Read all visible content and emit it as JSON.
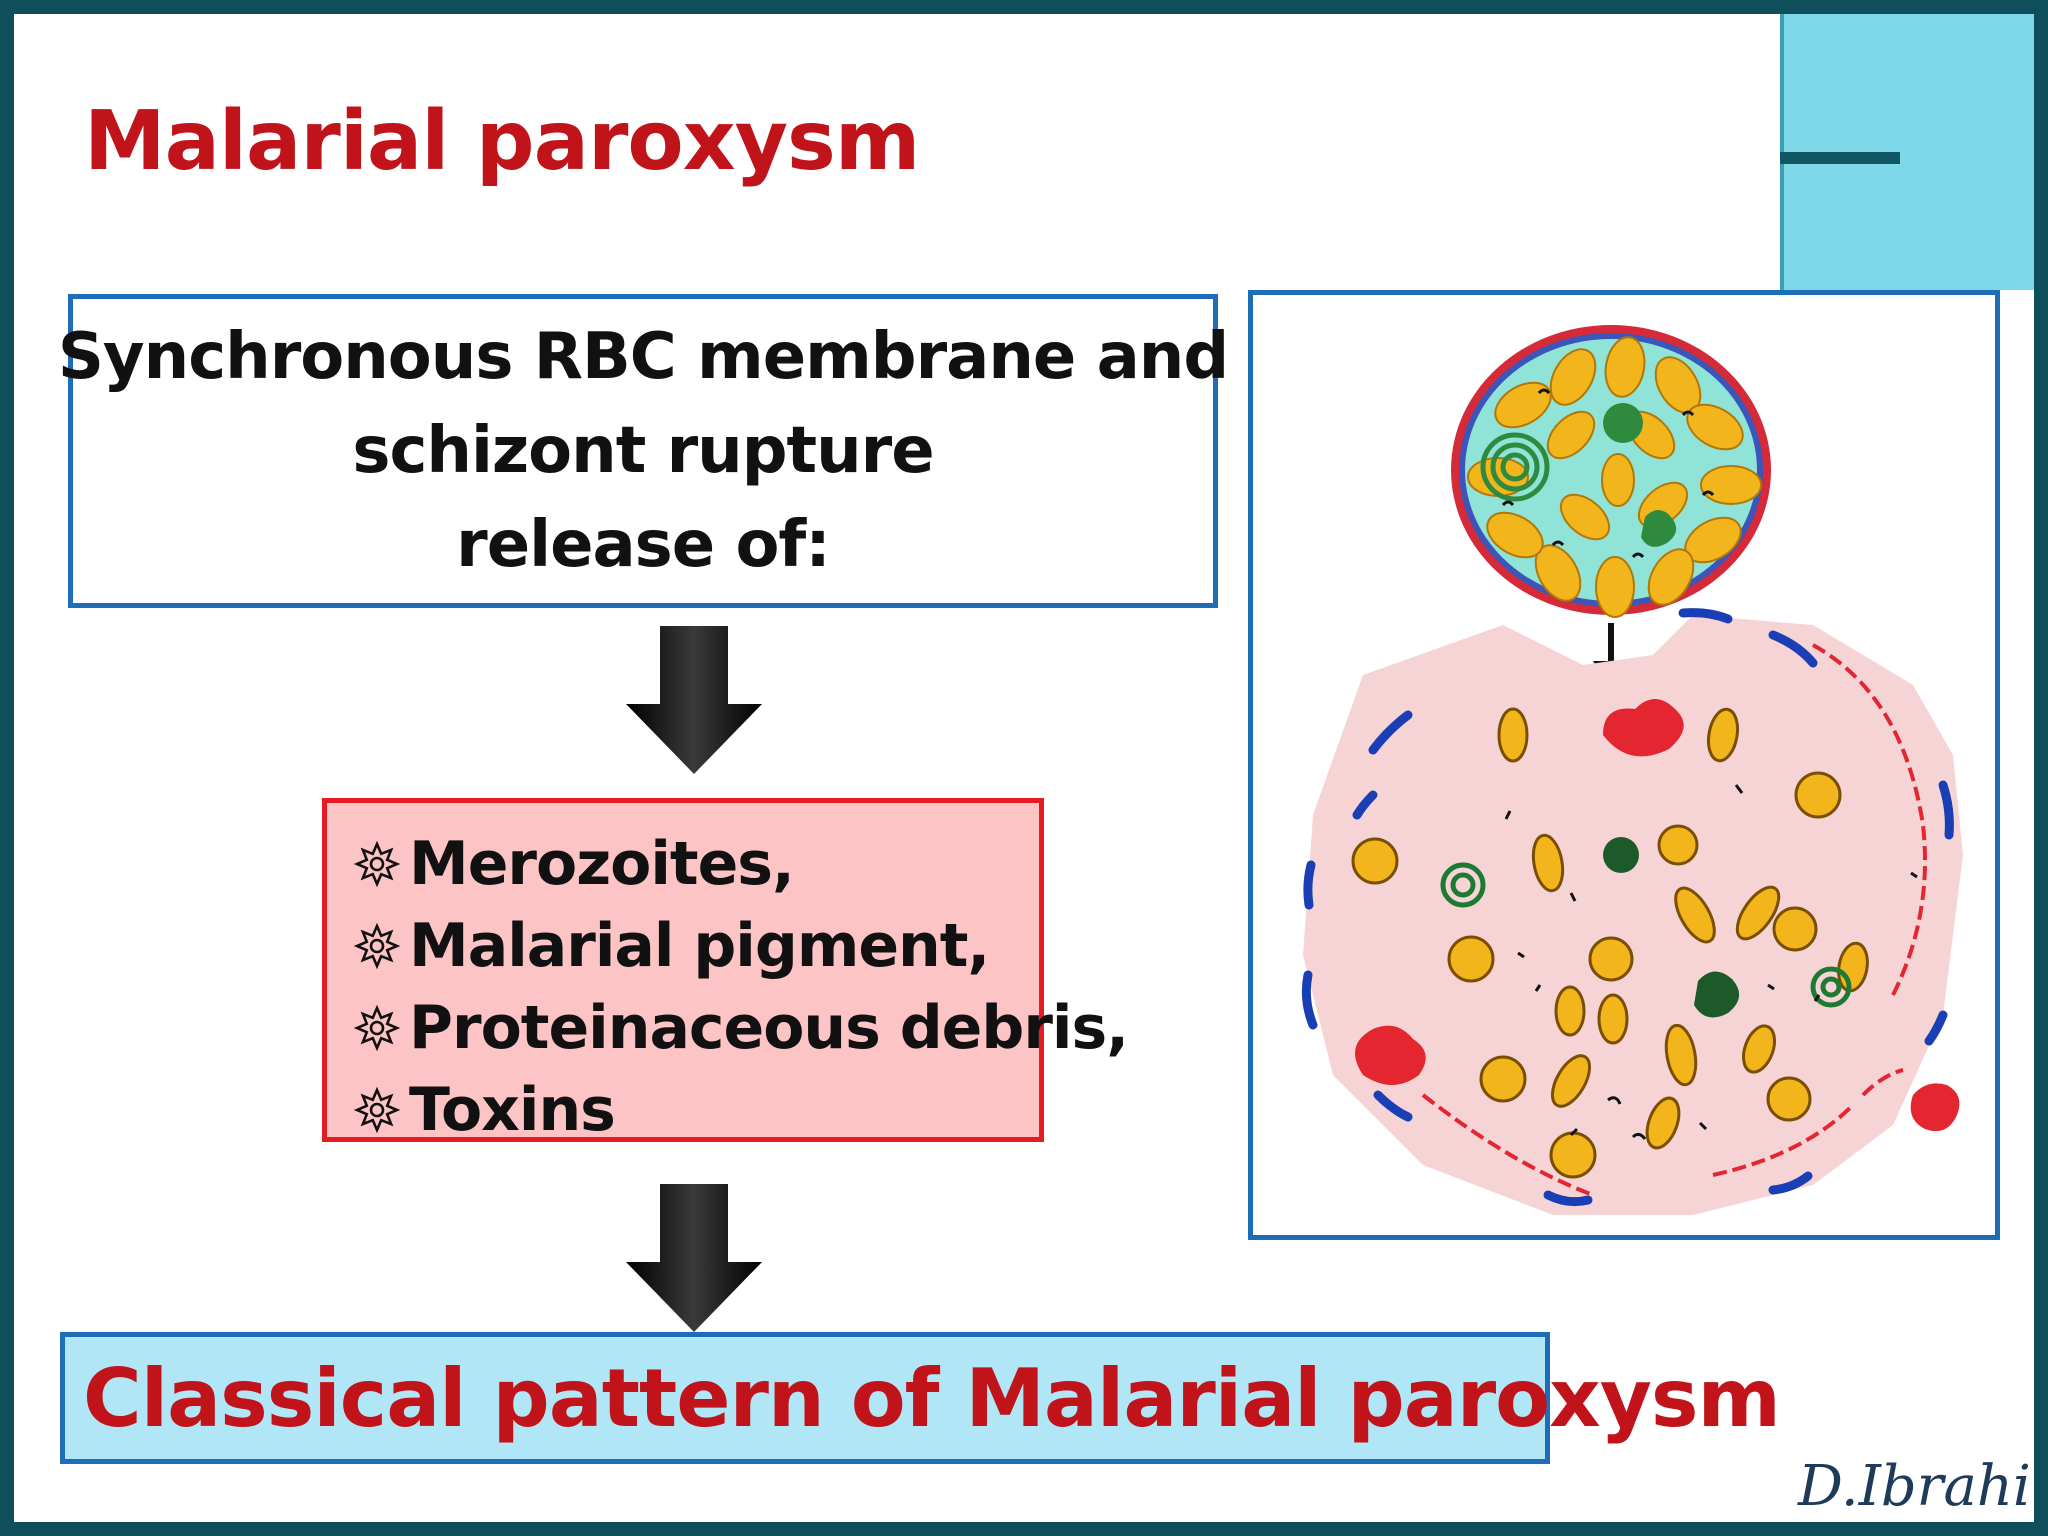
{
  "title": "Malarial paroxysm",
  "top_box": {
    "lines": [
      "Synchronous RBC membrane and",
      "schizont rupture",
      "release of:"
    ]
  },
  "release_list": {
    "items": [
      "Merozoites,",
      "Malarial pigment,",
      "Proteinaceous debris,",
      "Toxins"
    ]
  },
  "outcome": "Classical pattern of Malarial paroxysm",
  "signature": "D.Ibrahim",
  "colors": {
    "title_red": "#c0131a",
    "box_blue": "#1e6db9",
    "list_border": "#e51c23",
    "list_fill": "#fdc4c6",
    "outcome_fill": "#b1e6f6"
  }
}
